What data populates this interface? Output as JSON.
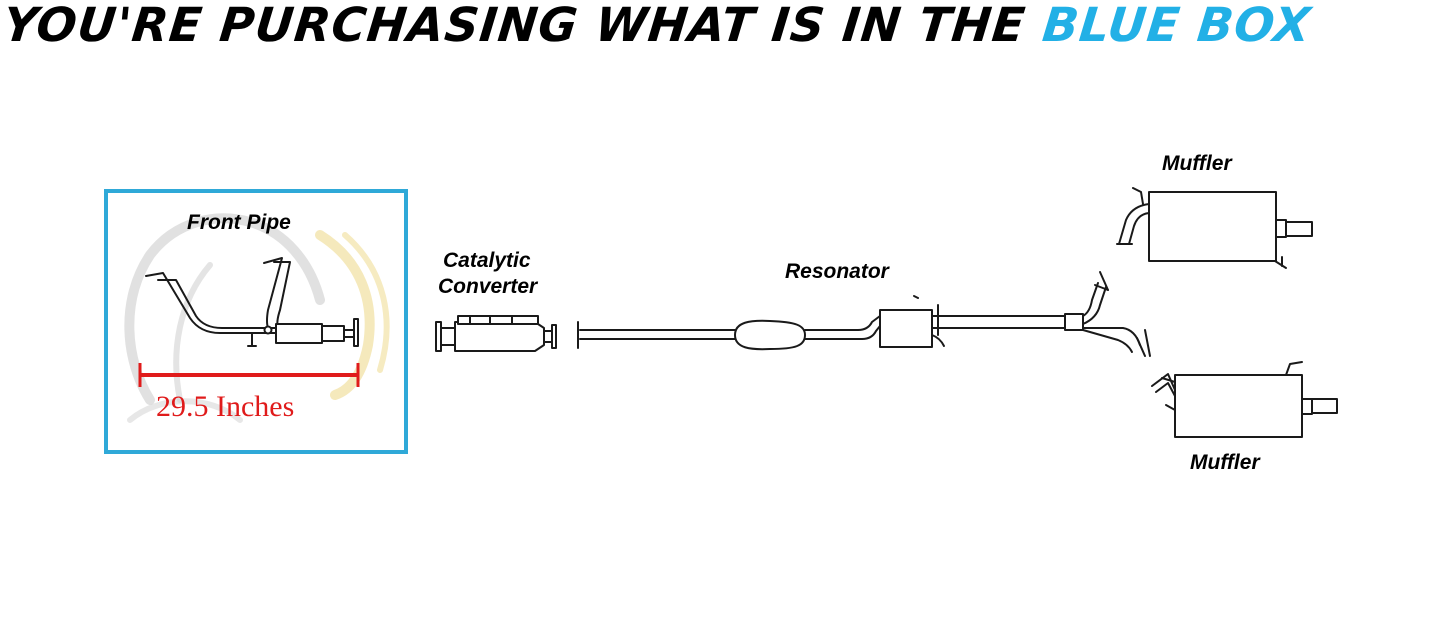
{
  "headline": {
    "text_black": "YOU'RE PURCHASING WHAT IS IN THE",
    "text_blue": "BLUE BOX"
  },
  "labels": {
    "front_pipe": "Front Pipe",
    "measurement": "29.5 Inches",
    "catalytic_line1": "Catalytic",
    "catalytic_line2": "Converter",
    "resonator": "Resonator",
    "muffler_top": "Muffler",
    "muffler_bottom": "Muffler"
  },
  "colors": {
    "highlight_box": "#2fa9d8",
    "headline_blue": "#22b0e6",
    "measurement_red": "#e01b1b",
    "line": "#1a1a1a",
    "watermark_gray": "#a8a8a8",
    "watermark_gold": "#f2e2a6"
  }
}
